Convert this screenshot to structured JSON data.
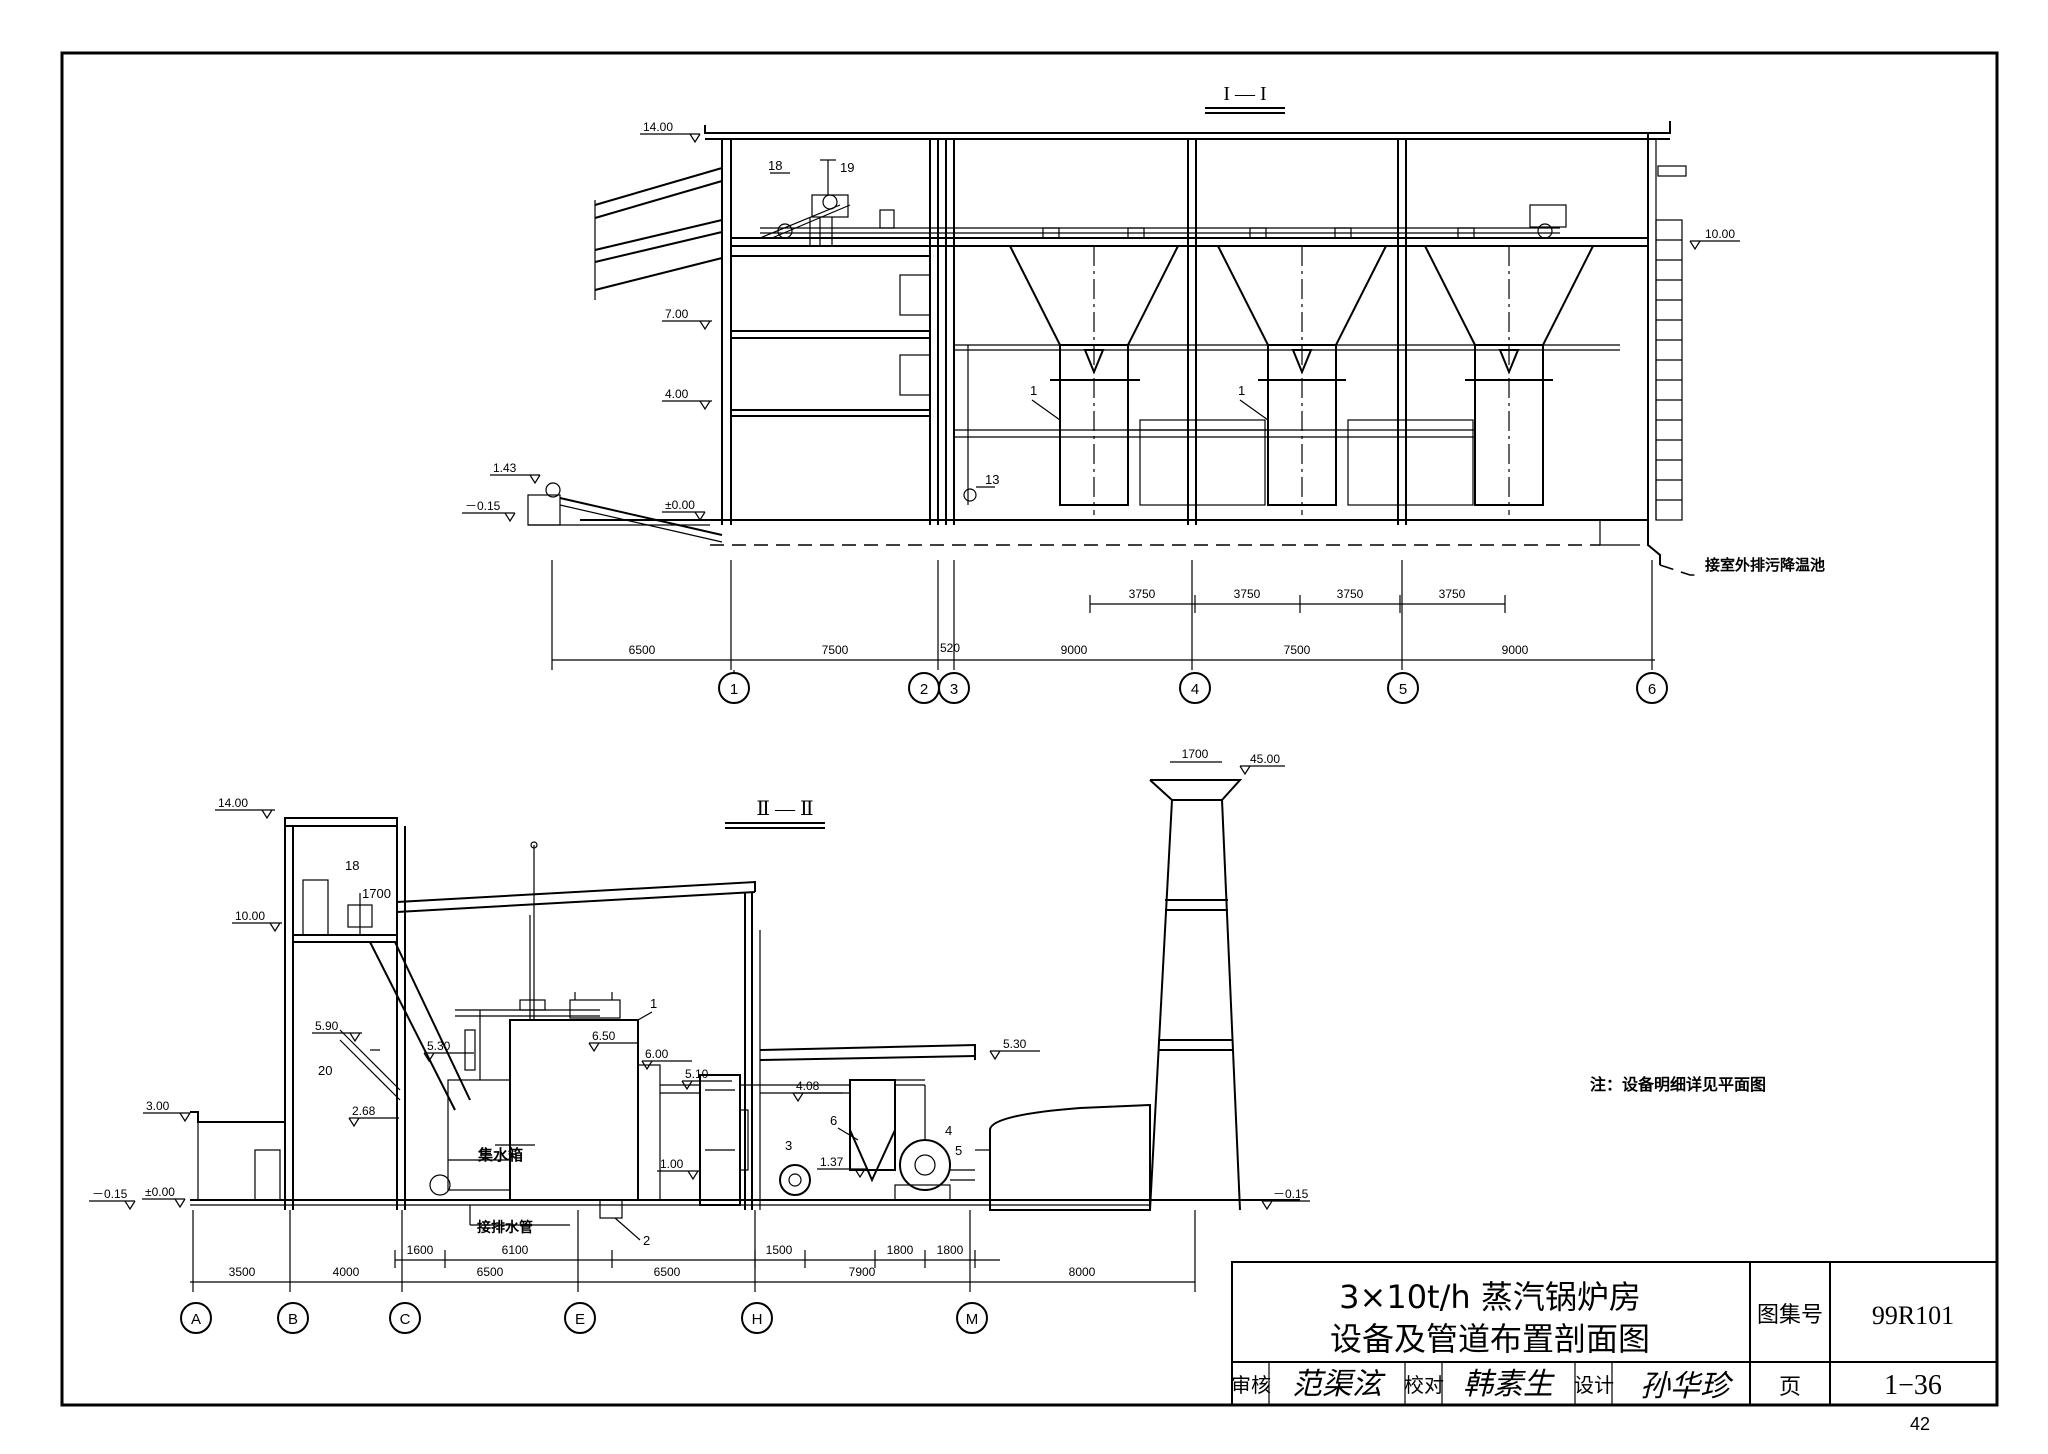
{
  "section1": {
    "title": "I — I",
    "elevations": {
      "e1400": "14.00",
      "e1000": "10.00",
      "e700": "7.00",
      "e400": "4.00",
      "e143": "1.43",
      "em015": "－0.15",
      "e000": "±0.00"
    },
    "callouts": {
      "c18": "18",
      "c19": "19",
      "c1a": "1",
      "c1b": "1",
      "c13": "13"
    },
    "drain_note": "接室外排污降温池",
    "dims_bottom": [
      "6500",
      "7500",
      "520",
      "9000",
      "7500",
      "9000"
    ],
    "dims_hopper": [
      "3750",
      "3750",
      "3750",
      "3750"
    ],
    "axes": [
      "1",
      "2",
      "3",
      "4",
      "5",
      "6"
    ]
  },
  "section2": {
    "title": "Ⅱ — Ⅱ",
    "elevations": {
      "e1400": "14.00",
      "e1000": "10.00",
      "e590": "5.90",
      "e530a": "5.30",
      "e650": "6.50",
      "e600": "6.00",
      "e510": "5.10",
      "e408": "4.08",
      "e530b": "5.30",
      "e300": "3.00",
      "e268": "2.68",
      "e137": "1.37",
      "e100": "1.00",
      "em015a": "－0.15",
      "e000": "±0.00",
      "em015b": "－0.15",
      "e4500": "45.00"
    },
    "callouts": {
      "c18": "18",
      "c1700": "1700",
      "c20": "20",
      "c1": "1",
      "c2": "2",
      "c3": "3",
      "c4": "4",
      "c5": "5",
      "c6": "6",
      "chim": "1700"
    },
    "labels": {
      "tank": "集水箱",
      "pipe": "接排水管"
    },
    "dims_bottom": [
      "3500",
      "4000",
      "6500",
      "6500",
      "7900",
      "8000"
    ],
    "dims_sub": [
      "1600",
      "6100",
      "1500",
      "1800",
      "1800"
    ],
    "axes": [
      "A",
      "B",
      "C",
      "E",
      "H",
      "M"
    ]
  },
  "note": "注：设备明细详见平面图",
  "title_block": {
    "title_line1": "3×10t/h 蒸汽锅炉房",
    "title_line2": "设备及管道布置剖面图",
    "atlas_label": "图集号",
    "atlas_no": "99R101",
    "review_label": "审核",
    "review_sig": "范渠泫",
    "check_label": "校对",
    "check_sig": "韩素生",
    "design_label": "设计",
    "design_sig": "孙华珍",
    "page_label": "页",
    "page_no": "1−36"
  },
  "page_number": "42"
}
